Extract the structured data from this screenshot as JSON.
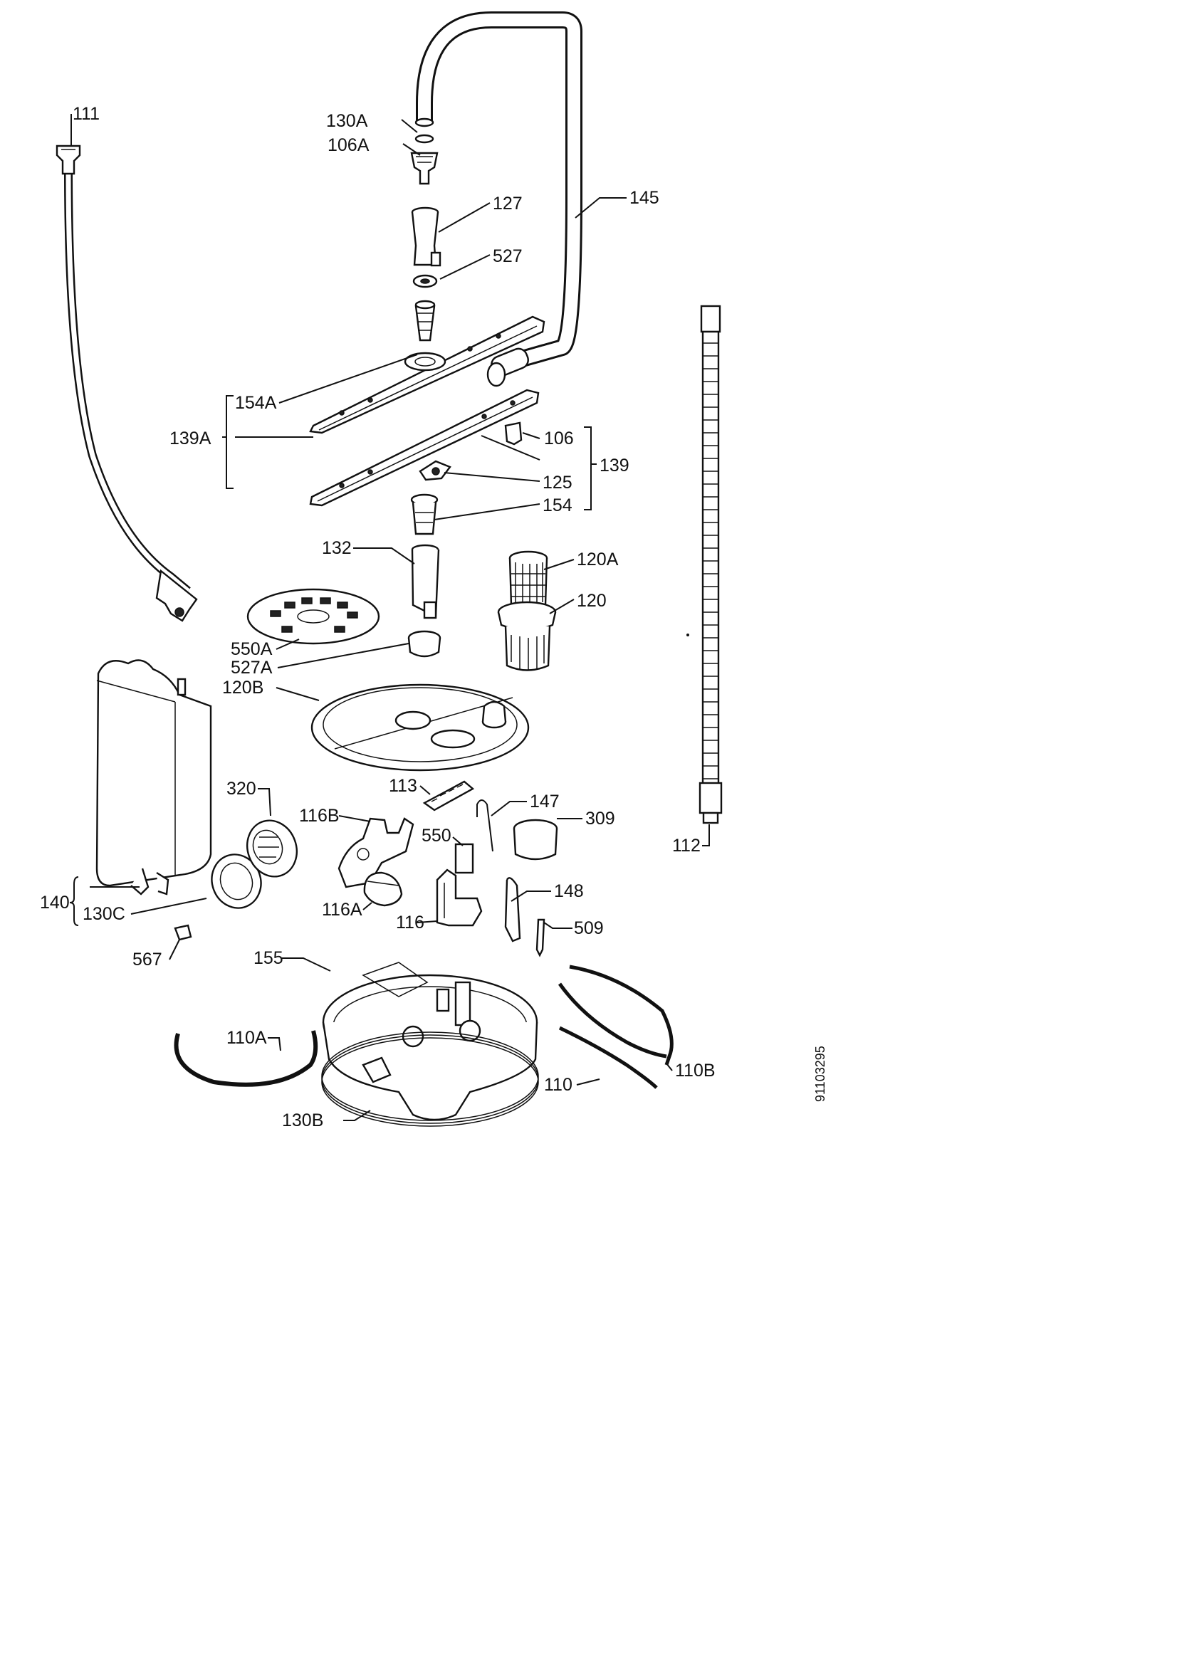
{
  "diagram": {
    "document_code": "91103295",
    "labels": {
      "p111": "111",
      "p130A": "130A",
      "p106A": "106A",
      "p127": "127",
      "p145": "145",
      "p527": "527",
      "p154A": "154A",
      "p139A": "139A",
      "p106": "106",
      "p139": "139",
      "p125": "125",
      "p154": "154",
      "p132": "132",
      "p120A": "120A",
      "p120": "120",
      "p550A": "550A",
      "p527A": "527A",
      "p120B": "120B",
      "p320": "320",
      "p113": "113",
      "p147": "147",
      "p309": "309",
      "p116B": "116B",
      "p550": "550",
      "p112": "112",
      "p148": "148",
      "p140": "140",
      "p130C": "130C",
      "p116A": "116A",
      "p116": "116",
      "p509": "509",
      "p567": "567",
      "p155": "155",
      "p110A": "110A",
      "p110B": "110B",
      "p110": "110",
      "p130B": "130B"
    }
  }
}
